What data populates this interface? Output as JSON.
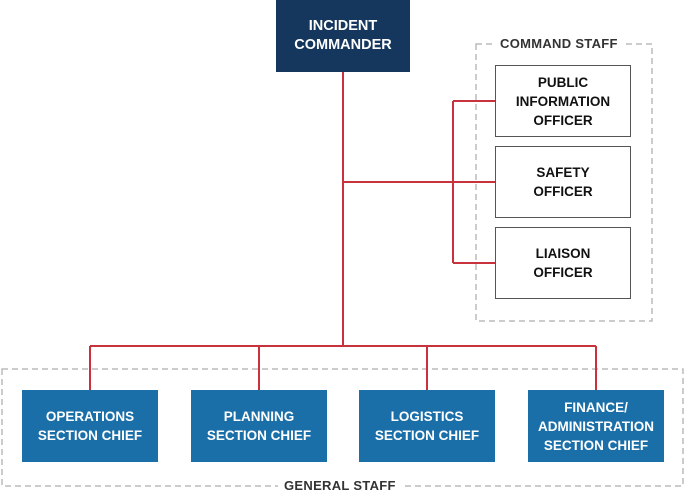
{
  "incident_commander": {
    "label": "INCIDENT\nCOMMANDER"
  },
  "command_staff": {
    "title": "COMMAND STAFF",
    "positions": [
      {
        "label": "PUBLIC\nINFORMATION\nOFFICER"
      },
      {
        "label": "SAFETY\nOFFICER"
      },
      {
        "label": "LIAISON\nOFFICER"
      }
    ]
  },
  "general_staff": {
    "title": "GENERAL STAFF",
    "positions": [
      {
        "label": "OPERATIONS\nSECTION CHIEF"
      },
      {
        "label": "PLANNING\nSECTION CHIEF"
      },
      {
        "label": "LOGISTICS\nSECTION CHIEF"
      },
      {
        "label": "FINANCE/\nADMINISTRATION\nSECTION CHIEF"
      }
    ]
  },
  "colors": {
    "commander_fill": "#15375e",
    "general_staff_fill": "#1b6fa8",
    "connector": "#c8323c",
    "dashed_border": "#bbbbbb"
  }
}
